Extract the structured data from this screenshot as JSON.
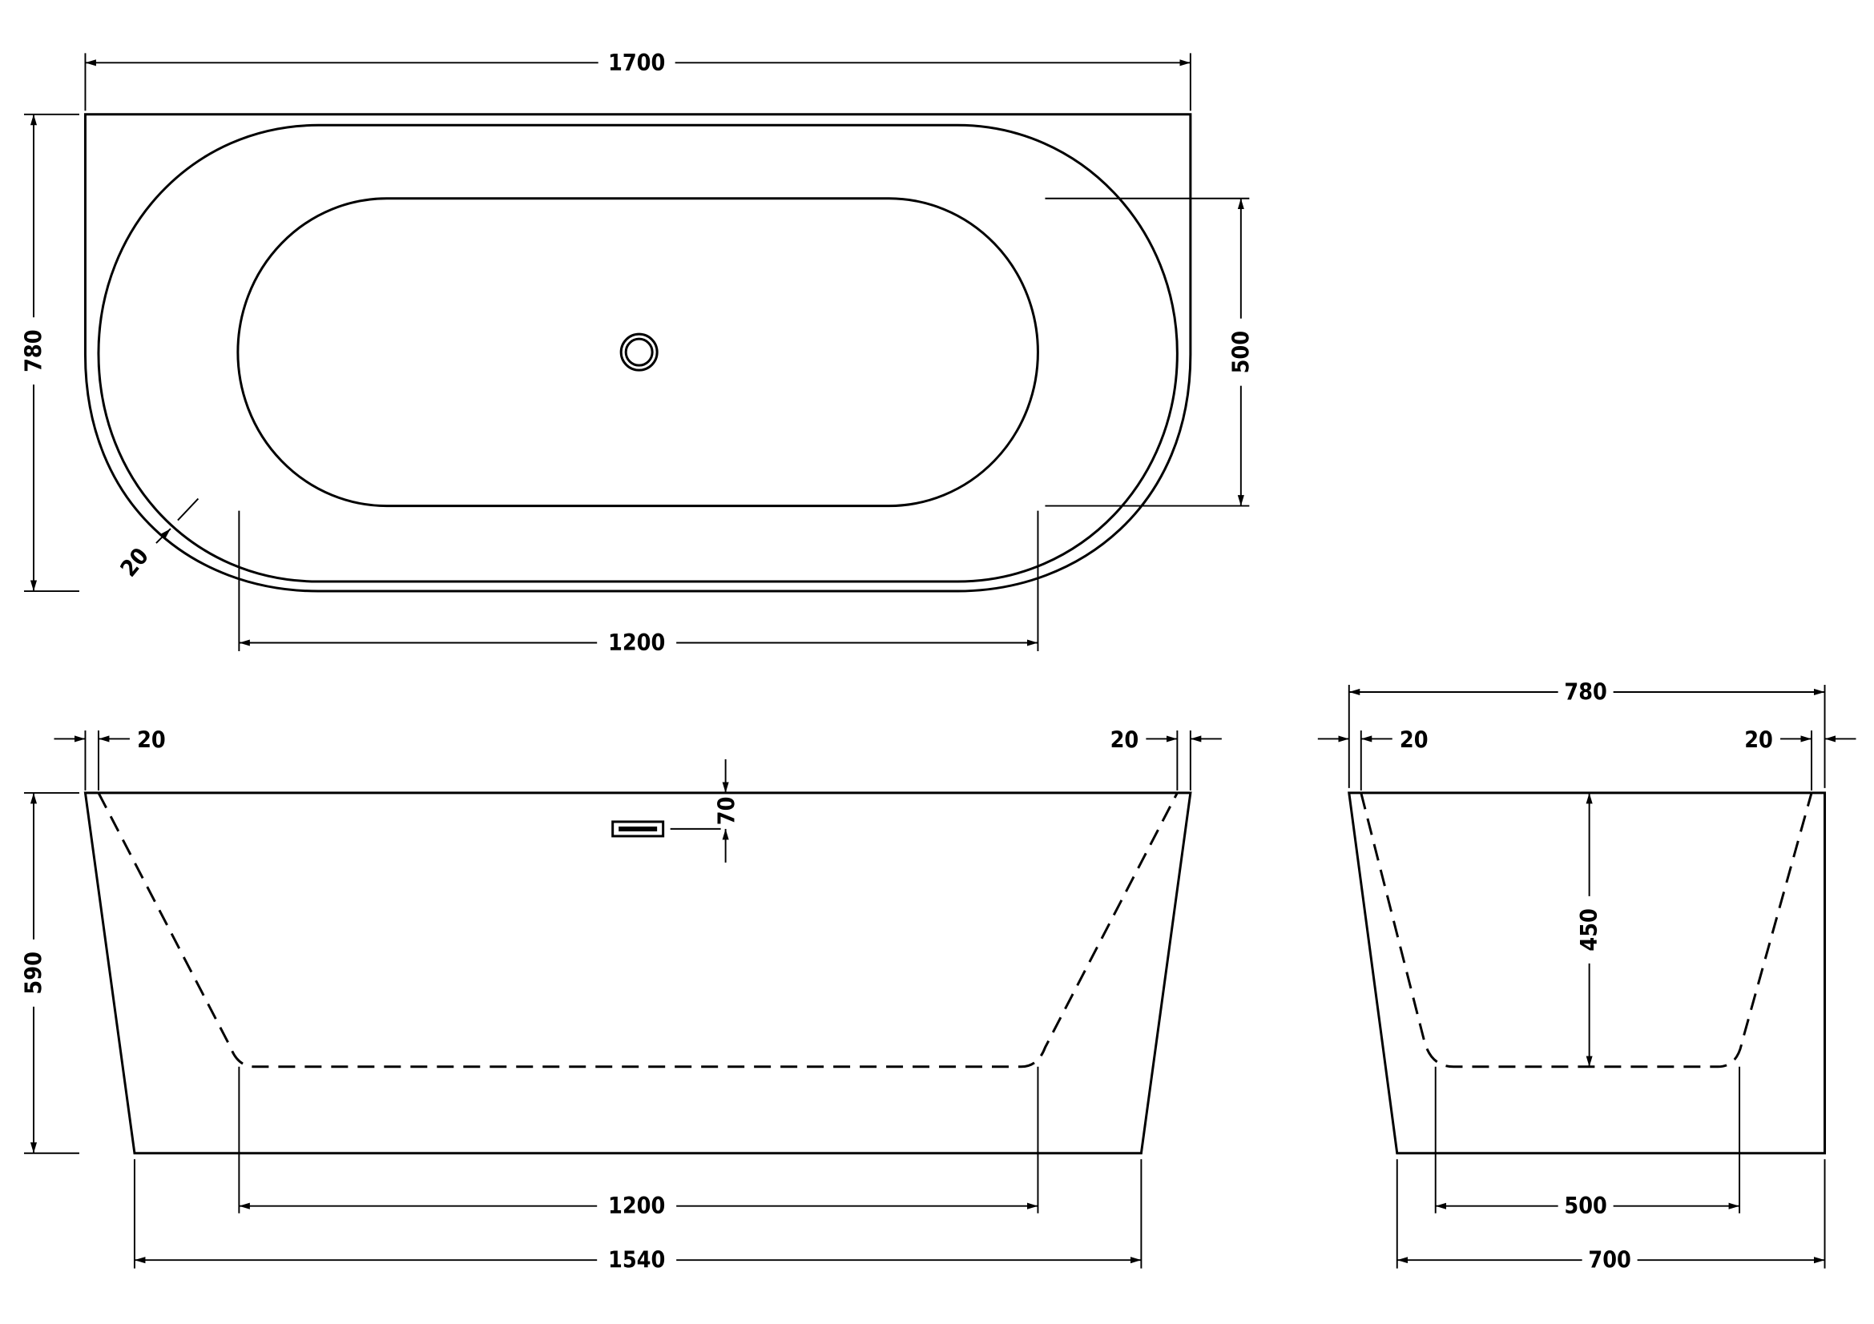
{
  "top_view": {
    "overall_length": "1700",
    "overall_width": "780",
    "basin_width": "500",
    "basin_length": "1200",
    "rim_thickness": "20"
  },
  "side_view": {
    "rim_left": "20",
    "rim_right": "20",
    "overflow_offset": "70",
    "height": "590",
    "basin_floor_length": "1200",
    "base_length": "1540"
  },
  "end_view": {
    "overall_width": "780",
    "rim_left": "20",
    "rim_right": "20",
    "depth": "450",
    "basin_floor_width": "500",
    "base_width": "700"
  },
  "colors": {
    "line": "#000000",
    "background": "#ffffff"
  }
}
